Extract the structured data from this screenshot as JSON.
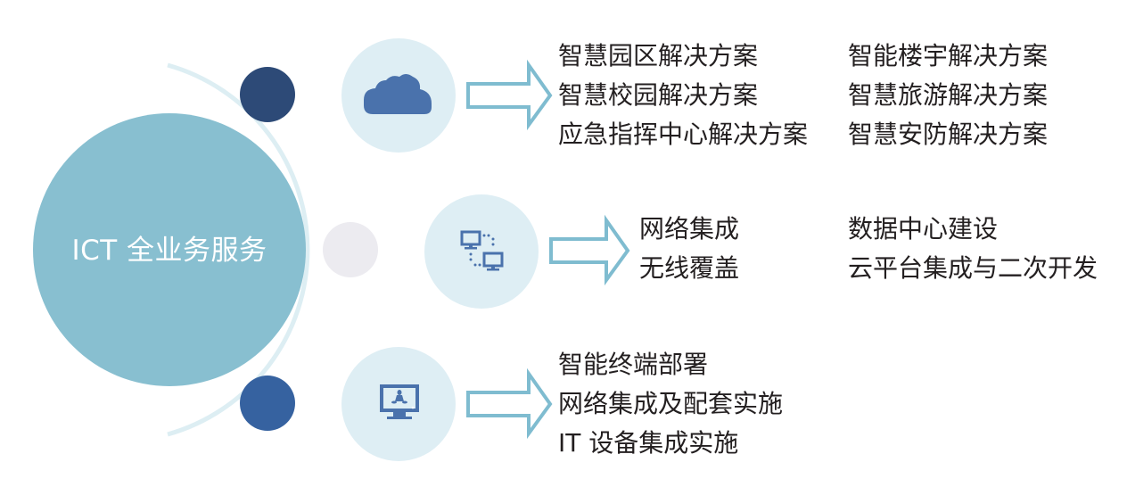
{
  "hub": {
    "label": "ICT 全业务服务",
    "color": "#88bfd0"
  },
  "arc_color": "#ddeef3",
  "connector_dots": [
    {
      "name": "top",
      "color": "#2d4a77"
    },
    {
      "name": "middle",
      "color": "#ecebf0"
    },
    {
      "name": "bottom",
      "color": "#3662a0"
    }
  ],
  "categories": [
    {
      "id": "cloud-solutions",
      "icon": "cloud-icon",
      "columns": [
        [
          "智慧园区解决方案",
          "智慧校园解决方案",
          "应急指挥中心解决方案"
        ],
        [
          "智能楼宇解决方案",
          "智慧旅游解决方案",
          "智慧安防解决方案"
        ]
      ]
    },
    {
      "id": "network-integration",
      "icon": "network-computers-icon",
      "columns": [
        [
          "网络集成",
          "无线覆盖"
        ],
        [
          "数据中心建设",
          "云平台集成与二次开发"
        ]
      ]
    },
    {
      "id": "device-deployment",
      "icon": "monitor-linux-icon",
      "columns": [
        [
          "智能终端部署",
          "网络集成及配套实施",
          "IT 设备集成实施"
        ]
      ]
    }
  ],
  "colors": {
    "icon_circle": "#deeef4",
    "icon": "#4a72ac",
    "arrow_stroke": "#7fbcd0"
  }
}
